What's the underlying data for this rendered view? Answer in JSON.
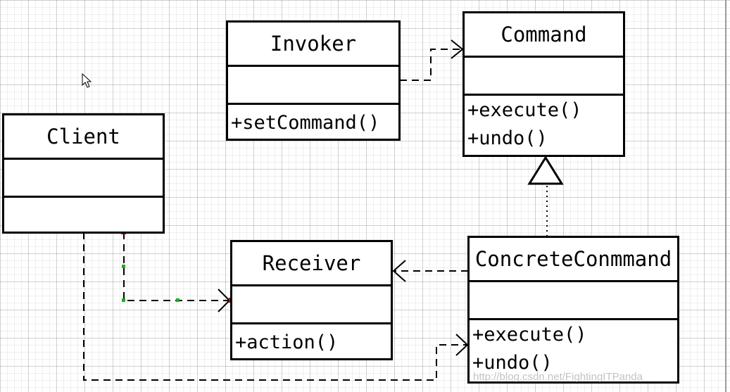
{
  "classes": {
    "invoker": {
      "name": "Invoker",
      "operations": [
        "+setCommand()"
      ]
    },
    "command": {
      "name": "Command",
      "operations": [
        "+execute()",
        "+undo()"
      ]
    },
    "client": {
      "name": "Client",
      "operations": []
    },
    "receiver": {
      "name": "Receiver",
      "operations": [
        "+action()"
      ]
    },
    "concrete_command": {
      "name": "ConcreteConmmand",
      "operations": [
        "+execute()",
        "+undo()"
      ]
    }
  },
  "watermark": "http://blog.csdn.net/FightingITPanda",
  "colors": {
    "stroke": "#000000",
    "selection_handle": "#cc0000",
    "waypoint": "#22aa22"
  }
}
